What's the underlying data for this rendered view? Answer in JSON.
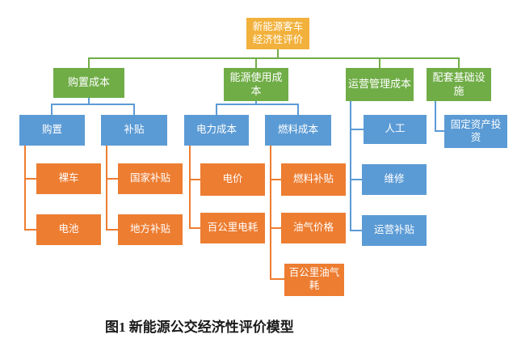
{
  "colors": {
    "c-root": "#F2B13C",
    "c-green": "#70AD47",
    "c-blue": "#5B9BD5",
    "c-orange": "#ED7D31",
    "caption-text": "#1a1a1a",
    "background": "#ffffff"
  },
  "diagram": {
    "root": {
      "label": "新能源客车经济性评价"
    },
    "branches": [
      {
        "label": "购置成本",
        "children": [
          {
            "label": "购置",
            "children": [
              {
                "label": "裸车"
              },
              {
                "label": "电池"
              }
            ]
          },
          {
            "label": "补贴",
            "children": [
              {
                "label": "国家补贴"
              },
              {
                "label": "地方补贴"
              }
            ]
          }
        ]
      },
      {
        "label": "能源使用成本",
        "children": [
          {
            "label": "电力成本",
            "children": [
              {
                "label": "电价"
              },
              {
                "label": "百公里电耗"
              }
            ]
          },
          {
            "label": "燃料成本",
            "children": [
              {
                "label": "燃料补贴"
              },
              {
                "label": "油气价格"
              },
              {
                "label": "百公里油气耗"
              }
            ]
          }
        ]
      },
      {
        "label": "运营管理成本",
        "children": [
          {
            "label": "人工"
          },
          {
            "label": "维修"
          },
          {
            "label": "运营补贴"
          }
        ]
      },
      {
        "label": "配套基础设施",
        "children": [
          {
            "label": "固定资产投资"
          }
        ]
      }
    ]
  },
  "caption": "图1 新能源公交经济性评价模型"
}
